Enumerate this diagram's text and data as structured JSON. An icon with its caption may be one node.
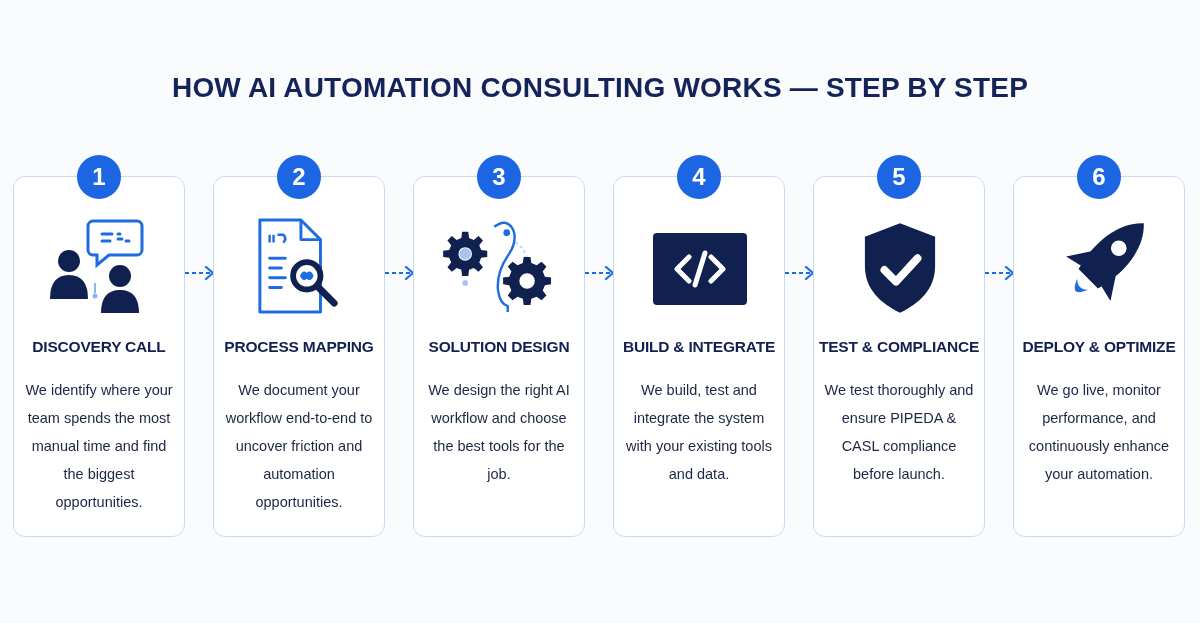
{
  "diagram": {
    "title": "HOW AI AUTOMATION CONSULTING WORKS — **STEP BY STEP**",
    "nodes": [
      {
        "text": [
          "1",
          "DISCOVERY CALL",
          "We identify where your team spends the most manual time and find the biggest opportunities."
        ]
      },
      {
        "text": [
          "2",
          "PROCESS MAPPING",
          "We document your workflow end-to-end to uncover friction and automation opportunities."
        ]
      },
      {
        "text": [
          "3",
          "SOLUTION DESIGN",
          "We design the right AI workflow and choose the best tools for the job."
        ]
      },
      {
        "text": [
          "4",
          "BUILD & INTEGRATE",
          "We build, test and integrate the system with your existing tools and data."
        ]
      },
      {
        "text": [
          "5",
          "TEST & COMPLIANCE",
          "We test thoroughly and ensure PIPEDA & CASL compliance before launch."
        ]
      },
      {
        "text": [
          "6",
          "DEPLOY & OPTIMIZE",
          "We go live, monitor performance, and continuously enhance your automation."
        ]
      }
    ],
    "edges": [
      {
        "from": 0,
        "to": 1,
        "arrow": "to",
        "style": "dashed"
      },
      {
        "from": 1,
        "to": 2,
        "arrow": "to",
        "style": "dashed"
      },
      {
        "from": 2,
        "to": 3,
        "arrow": "to",
        "style": "dashed"
      },
      {
        "from": 3,
        "to": 4,
        "arrow": "to",
        "style": "dashed"
      },
      {
        "from": 4,
        "to": 5,
        "arrow": "to",
        "style": "dashed"
      }
    ]
  }
}
